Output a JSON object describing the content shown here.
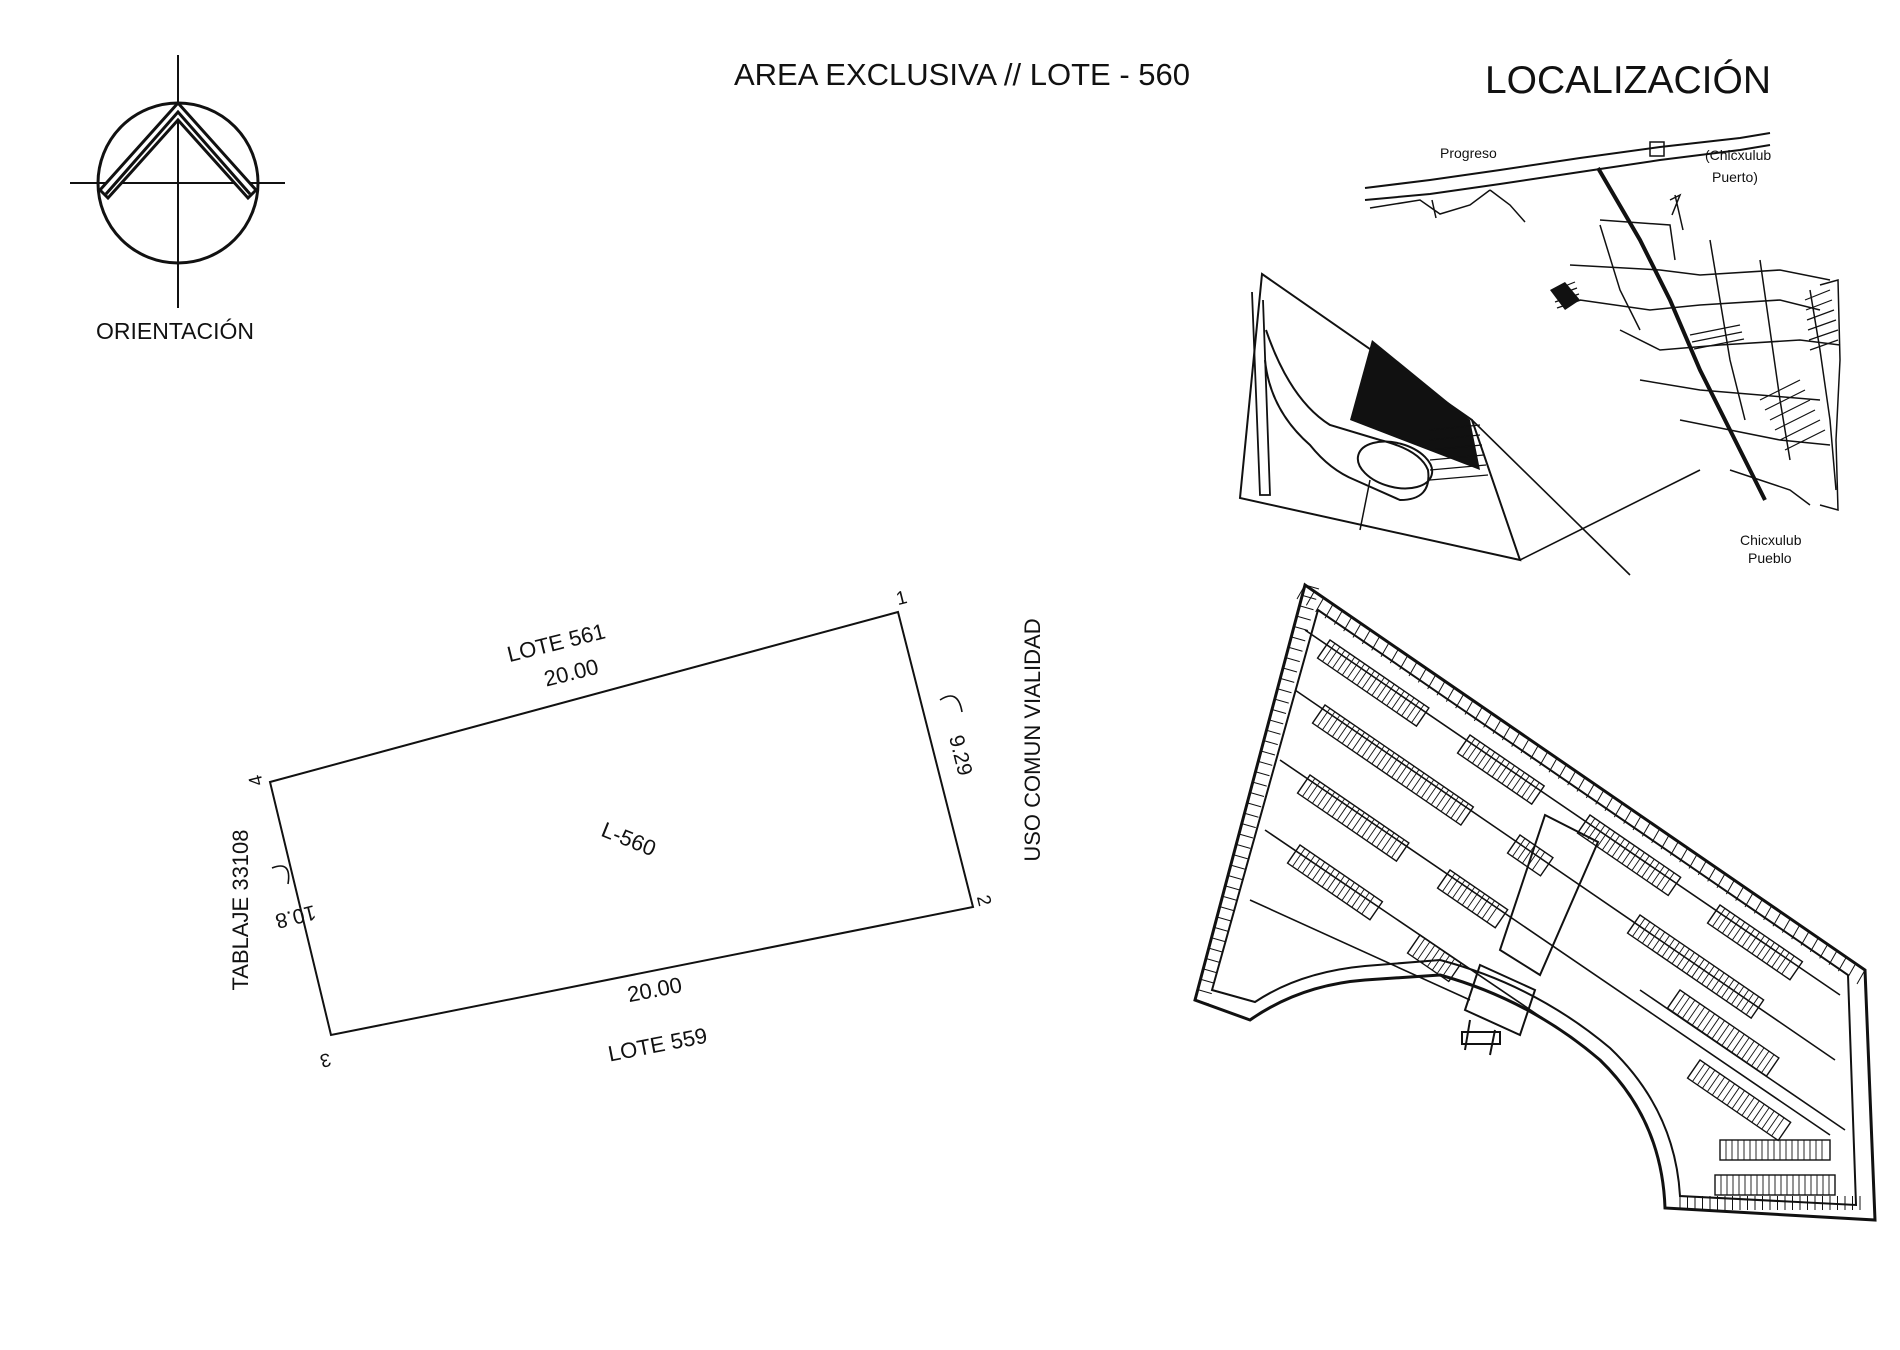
{
  "title": "AREA EXCLUSIVA // LOTE - 560",
  "orientation": {
    "label": "ORIENTACIÓN",
    "icon": "north-arrow-icon"
  },
  "localizacion": {
    "title": "LOCALIZACIÓN",
    "places": {
      "progreso": "Progreso",
      "chicxulub_puerto_1": "(Chicxulub",
      "chicxulub_puerto_2": "Puerto)",
      "chicxulub_pueblo_1": "Chicxulub",
      "chicxulub_pueblo_2": "Pueblo"
    }
  },
  "lot": {
    "label": "L-560",
    "vertices": [
      "1",
      "2",
      "3",
      "4"
    ],
    "north_neighbor": "LOTE 561",
    "north_length": "20.00",
    "south_neighbor": "LOTE 559",
    "south_length": "20.00",
    "east_neighbor": "USO COMUN VIALIDAD",
    "east_length": "9.29",
    "west_neighbor": "TABLAJE 33108",
    "west_length": "10.8"
  },
  "colors": {
    "ink": "#111111",
    "background": "#ffffff"
  }
}
